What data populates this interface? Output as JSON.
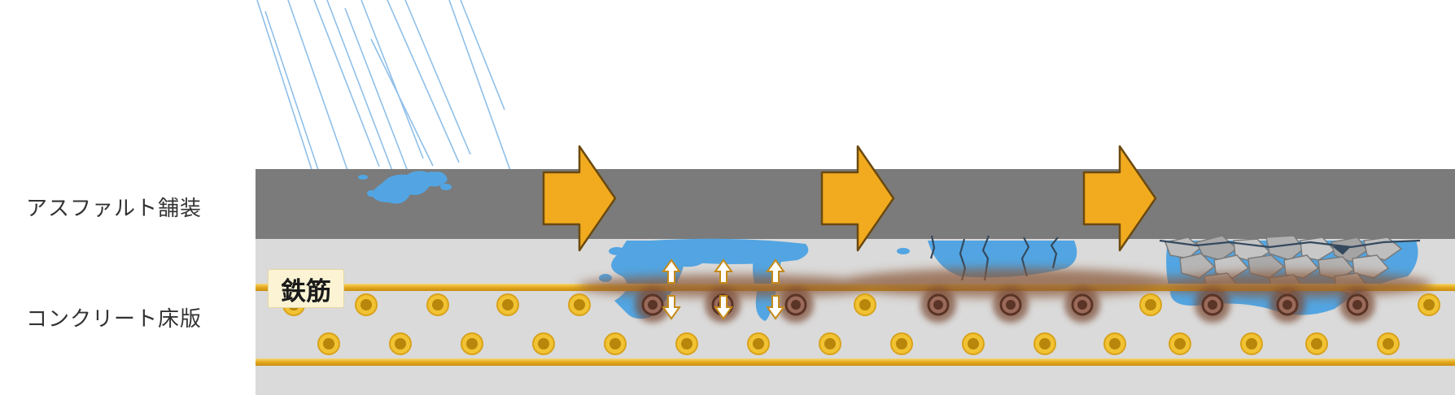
{
  "labels": {
    "asphalt": "アスファルト舗装",
    "concrete": "コンクリート床版",
    "rebar": "鉄筋"
  },
  "colors": {
    "asphalt": "#7a7a7a",
    "concrete": "#d9d9d9",
    "rebar": "#e8b422",
    "water": "#4fa3e0",
    "rain": "#7fb6e6",
    "arrow": "#f2ab1f",
    "rust": "#8a5a3c"
  },
  "icons": {
    "rain": "rain-lines",
    "arrow": "right-arrow",
    "moisture": "up-down-arrow"
  },
  "stages": [
    {
      "id": "stage-1",
      "state": "rain infiltration"
    },
    {
      "id": "stage-2",
      "state": "water reaches rebar"
    },
    {
      "id": "stage-3",
      "state": "rebar corrosion and cracking"
    },
    {
      "id": "stage-4",
      "state": "concrete spalling"
    }
  ]
}
